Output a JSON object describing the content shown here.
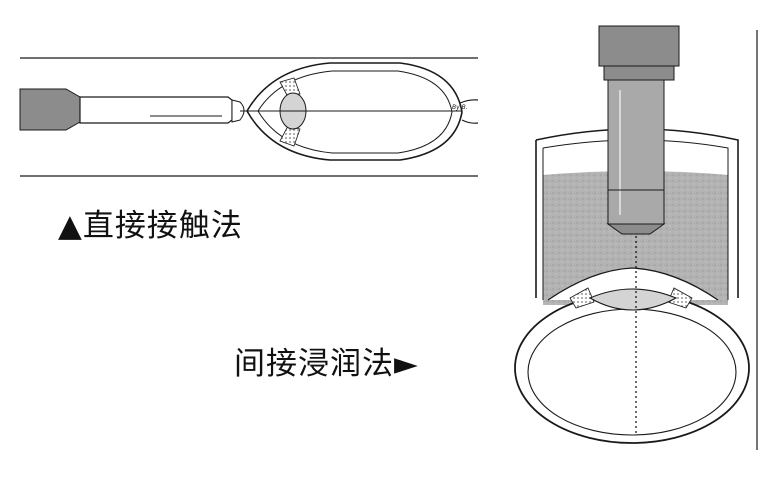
{
  "figure": {
    "direct_contact": {
      "label": "▲直接接触法",
      "signature": "By B."
    },
    "immersion": {
      "label": "间接浸润法►"
    }
  },
  "colors": {
    "probe_gray": "#8c8c8c",
    "water_gray": "#b3b3b3",
    "lens_gray": "#d4d4d4",
    "line": "#1a1a1a"
  }
}
